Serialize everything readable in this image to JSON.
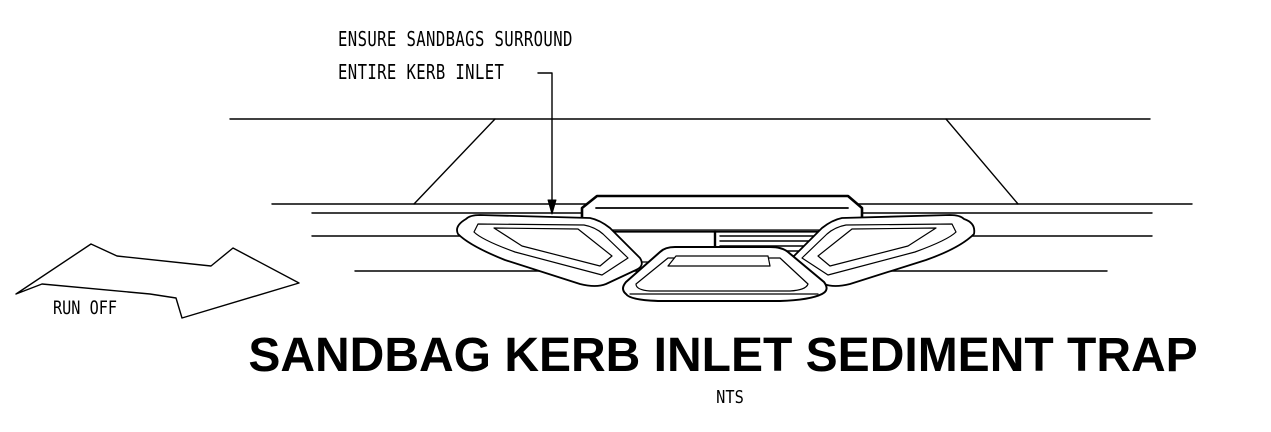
{
  "callout": {
    "line1": "ENSURE SANDBAGS SURROUND",
    "line2": "ENTIRE KERB INLET"
  },
  "runoff_label": "RUN OFF",
  "title": "SANDBAG KERB INLET SEDIMENT TRAP",
  "scale_note": "NTS"
}
